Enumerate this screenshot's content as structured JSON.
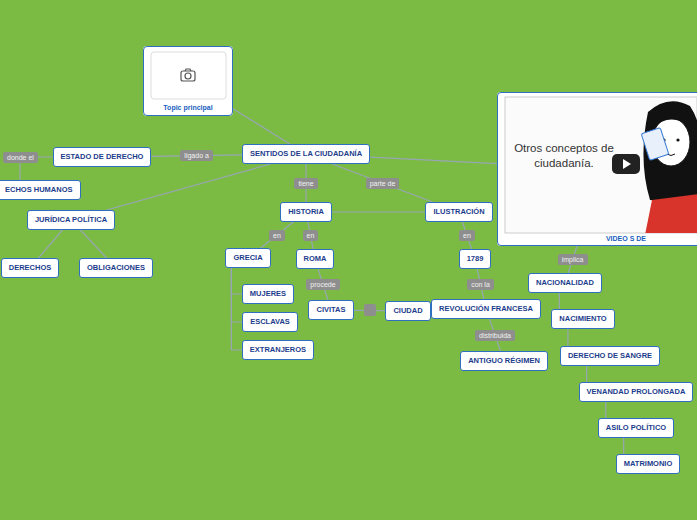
{
  "diagram": {
    "nodes": [
      {
        "text": [
          "Topic principal"
        ]
      },
      {
        "text": [
          "SENTIDOS DE LA CIUDADANÍA"
        ]
      },
      {
        "text": [
          "ESTADO DE DERECHO"
        ]
      },
      {
        "text": [
          "ECHOS HUMANOS"
        ]
      },
      {
        "text": [
          "JURÍDICA POLÍTICA"
        ]
      },
      {
        "text": [
          "DERECHOS"
        ]
      },
      {
        "text": [
          "OBLIGACIONES"
        ]
      },
      {
        "text": [
          "HISTORIA"
        ]
      },
      {
        "text": [
          "GRECIA"
        ]
      },
      {
        "text": [
          "MUJERES"
        ]
      },
      {
        "text": [
          "ESCLAVAS"
        ]
      },
      {
        "text": [
          "EXTRANJEROS"
        ]
      },
      {
        "text": [
          "ROMA"
        ]
      },
      {
        "text": [
          "CIVITAS"
        ]
      },
      {
        "text": [
          "CIUDAD"
        ]
      },
      {
        "text": [
          "ILUSTRACIÓN"
        ]
      },
      {
        "text": [
          "1789"
        ]
      },
      {
        "text": [
          "REVOLUCIÓN FRANCESA"
        ]
      },
      {
        "text": [
          "ANTIGUO RÉGIMEN"
        ]
      },
      {
        "text": [
          "Otros conceptos de ciudadanía.",
          "VIDEO S DE"
        ]
      },
      {
        "text": [
          "NACIONALIDAD"
        ]
      },
      {
        "text": [
          "NACIMIENTO"
        ]
      },
      {
        "text": [
          "DERECHO DE SANGRE"
        ]
      },
      {
        "text": [
          "VENANDAD PROLONGADA"
        ]
      },
      {
        "text": [
          "ASILO POLÍTICO"
        ]
      },
      {
        "text": [
          "MATRIMONIO"
        ]
      }
    ],
    "edges": [
      {
        "from": 1,
        "to": 0,
        "arrow": "none"
      },
      {
        "from": 1,
        "to": 2,
        "label": "ligado a",
        "arrow": "none"
      },
      {
        "from": 2,
        "to": 3,
        "label": "donde el",
        "arrow": "none"
      },
      {
        "from": 1,
        "to": 4,
        "arrow": "none"
      },
      {
        "from": 4,
        "to": 5,
        "arrow": "none"
      },
      {
        "from": 4,
        "to": 6,
        "arrow": "none"
      },
      {
        "from": 1,
        "to": 7,
        "label": "tiene",
        "arrow": "none"
      },
      {
        "from": 7,
        "to": 8,
        "label": "en",
        "arrow": "none"
      },
      {
        "from": 7,
        "to": 12,
        "label": "en",
        "arrow": "none"
      },
      {
        "from": 8,
        "to": 9,
        "arrow": "none"
      },
      {
        "from": 8,
        "to": 10,
        "arrow": "none"
      },
      {
        "from": 8,
        "to": 11,
        "arrow": "none"
      },
      {
        "from": 12,
        "to": 13,
        "label": "procede",
        "arrow": "none"
      },
      {
        "from": 13,
        "to": 14,
        "arrow": "none"
      },
      {
        "from": 7,
        "to": 15,
        "arrow": "none"
      },
      {
        "from": 1,
        "to": 15,
        "label": "parte de",
        "arrow": "none"
      },
      {
        "from": 15,
        "to": 16,
        "label": "en",
        "arrow": "none"
      },
      {
        "from": 16,
        "to": 17,
        "label": "con la",
        "arrow": "none"
      },
      {
        "from": 17,
        "to": 18,
        "label": "distribuida",
        "arrow": "none"
      },
      {
        "from": 1,
        "to": 19,
        "arrow": "none"
      },
      {
        "from": 19,
        "to": 20,
        "label": "implica",
        "arrow": "none"
      },
      {
        "from": 20,
        "to": 21,
        "arrow": "none"
      },
      {
        "from": 21,
        "to": 22,
        "arrow": "none"
      },
      {
        "from": 22,
        "to": 23,
        "arrow": "none"
      },
      {
        "from": 23,
        "to": 24,
        "arrow": "none"
      },
      {
        "from": 24,
        "to": 25,
        "arrow": "none"
      }
    ]
  }
}
